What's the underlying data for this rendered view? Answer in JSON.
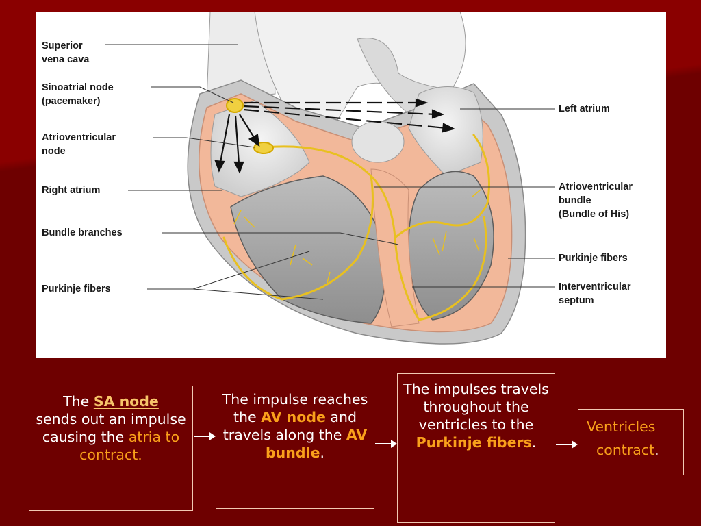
{
  "figure": {
    "labels_left": [
      {
        "id": "superior-vena-cava",
        "text": "Superior\nvena cava"
      },
      {
        "id": "sinoatrial-node",
        "text": "Sinoatrial node\n(pacemaker)"
      },
      {
        "id": "atrioventricular-node",
        "text": "Atrioventricular\nnode"
      },
      {
        "id": "right-atrium",
        "text": "Right atrium"
      },
      {
        "id": "bundle-branches",
        "text": "Bundle branches"
      },
      {
        "id": "purkinje-fibers-left",
        "text": "Purkinje fibers"
      }
    ],
    "labels_right": [
      {
        "id": "left-atrium",
        "text": "Left atrium"
      },
      {
        "id": "atrioventricular-bundle",
        "text": "Atrioventricular\nbundle\n(Bundle of His)"
      },
      {
        "id": "purkinje-fibers-right",
        "text": "Purkinje fibers"
      },
      {
        "id": "interventricular-septum",
        "text": "Interventricular\nseptum"
      }
    ]
  },
  "flow": {
    "step1": {
      "a": "The ",
      "b": "SA node",
      "c": "sends out an impulse causing the ",
      "d": "atria to contract."
    },
    "step2": {
      "a": "The impulse reaches the ",
      "b": "AV node",
      "c": "  and travels along the ",
      "d": "AV bundle",
      "e": "."
    },
    "step3": {
      "a": "The impulses travels throughout the ventricles to the ",
      "b": "Purkinje fibers",
      "c": "."
    },
    "step4": {
      "a": "Ventricles",
      "b": "contract",
      "c": "."
    }
  },
  "colors": {
    "background": "#6e0000",
    "background_top": "#8a0000",
    "highlight": "#f9a01b",
    "highlight_light": "#f7c46a",
    "box_border": "#f1c9b3"
  }
}
